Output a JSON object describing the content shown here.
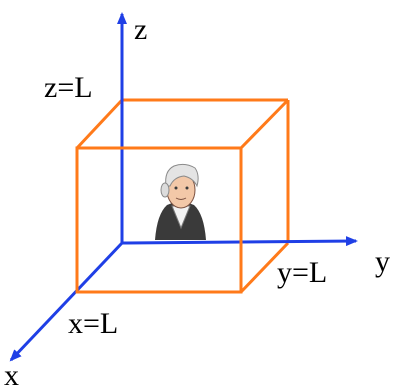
{
  "labels": {
    "z_axis": "z",
    "y_axis": "y",
    "x_axis": "x",
    "z_edge": "z=L",
    "y_edge": "y=L",
    "x_edge": "x=L"
  },
  "colors": {
    "axis": "#1f3fe6",
    "box": "#ff7a1a",
    "text": "#000000"
  },
  "icons": {
    "center_figure": "portrait-bust-icon"
  }
}
